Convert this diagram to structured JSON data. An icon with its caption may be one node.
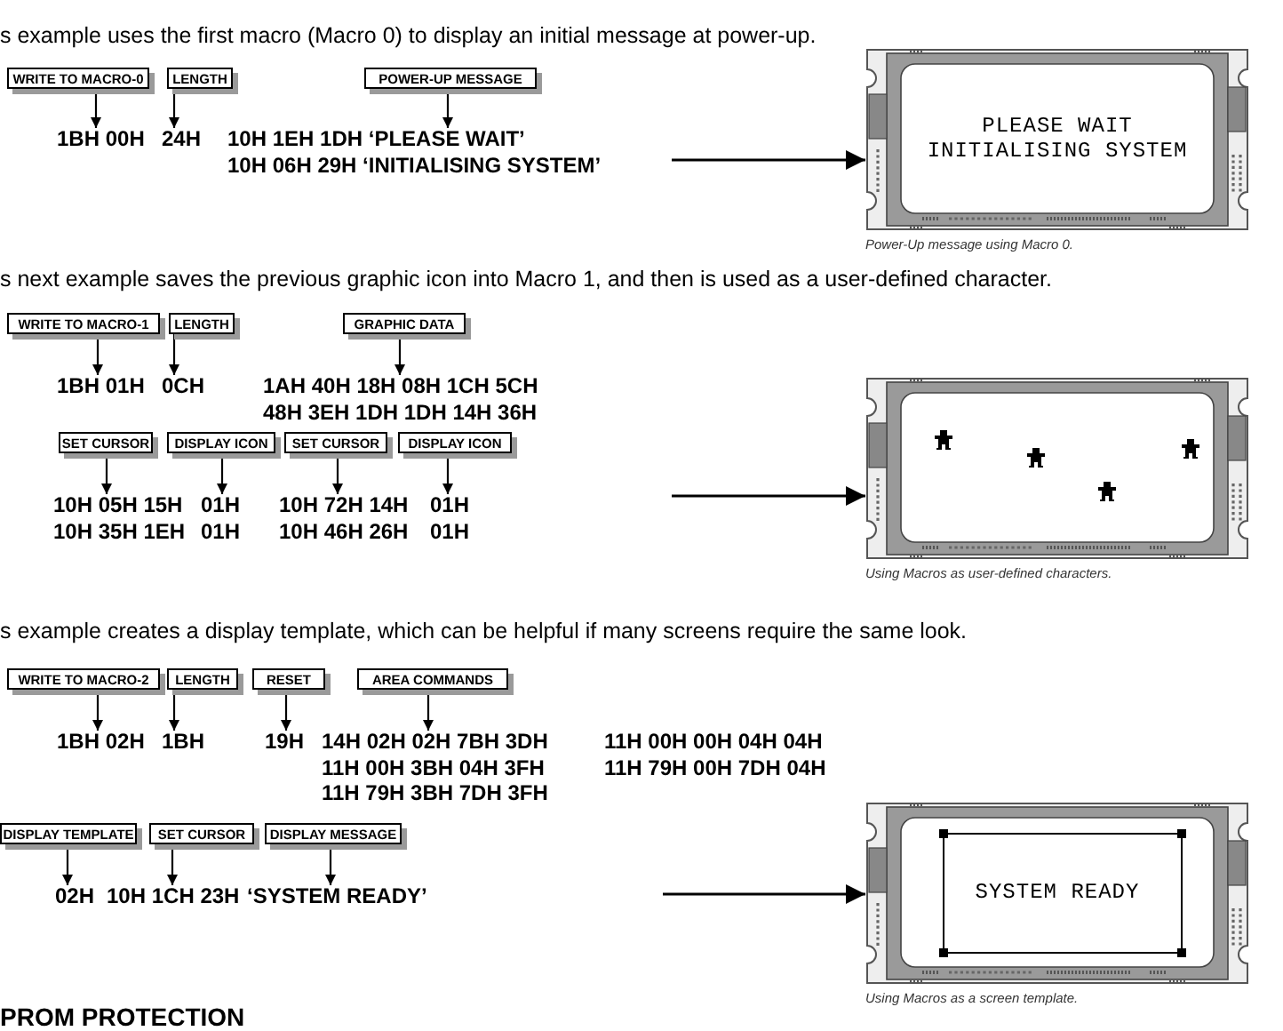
{
  "diagram": {
    "nodes": [
      {
        "text": [
          "WRITE TO MACRO-0"
        ]
      },
      {
        "text": [
          "LENGTH"
        ]
      },
      {
        "text": [
          "POWER-UP MESSAGE"
        ]
      },
      {
        "text": [
          "1BH 00H"
        ]
      },
      {
        "text": [
          "24H"
        ]
      },
      {
        "text": [
          "10H 1EH 1DH ‘PLEASE WAIT’",
          "10H 06H 29H ‘INITIALISING SYSTEM’"
        ]
      },
      {
        "text": [
          "PLEASE WAIT",
          "INITIALISING SYSTEM"
        ],
        "beside": [
          "Power-Up message using Macro 0."
        ]
      },
      {
        "text": [
          "WRITE TO MACRO-1"
        ]
      },
      {
        "text": [
          "LENGTH"
        ]
      },
      {
        "text": [
          "GRAPHIC DATA"
        ]
      },
      {
        "text": [
          "1BH 01H"
        ]
      },
      {
        "text": [
          "0CH"
        ]
      },
      {
        "text": [
          "1AH 40H 18H 08H 1CH 5CH",
          "48H 3EH 1DH 1DH 14H 36H"
        ]
      },
      {
        "text": [
          "SET CURSOR"
        ]
      },
      {
        "text": [
          "DISPLAY ICON"
        ]
      },
      {
        "text": [
          "SET CURSOR"
        ]
      },
      {
        "text": [
          "DISPLAY ICON"
        ]
      },
      {
        "text": [
          "10H 05H 15H",
          "10H 35H 1EH"
        ]
      },
      {
        "text": [
          "01H",
          "01H"
        ]
      },
      {
        "text": [
          "10H 72H 14H",
          "10H 46H 26H"
        ]
      },
      {
        "text": [
          "01H",
          "01H"
        ]
      },
      {
        "text": [],
        "shape": "picture",
        "beside": [
          "Using Macros as user-defined characters."
        ]
      },
      {
        "text": [
          "WRITE TO MACRO-2"
        ]
      },
      {
        "text": [
          "LENGTH"
        ]
      },
      {
        "text": [
          "RESET"
        ]
      },
      {
        "text": [
          "AREA COMMANDS"
        ]
      },
      {
        "text": [
          "1BH 02H"
        ]
      },
      {
        "text": [
          "1BH"
        ]
      },
      {
        "text": [
          "19H"
        ]
      },
      {
        "text": [
          "14H 02H 02H 7BH 3DH",
          "11H 00H 3BH 04H 3FH",
          "11H 79H 3BH 7DH 3FH"
        ]
      },
      {
        "text": [
          "DISPLAY TEMPLATE"
        ]
      },
      {
        "text": [
          "SET CURSOR"
        ]
      },
      {
        "text": [
          "DISPLAY MESSAGE"
        ]
      },
      {
        "text": [
          "02H"
        ]
      },
      {
        "text": [
          "10H 1CH 23H"
        ]
      },
      {
        "text": [
          "‘SYSTEM READY’"
        ]
      },
      {
        "text": [
          "SYSTEM READY"
        ],
        "beside": [
          "Using Macros as a screen template."
        ]
      }
    ],
    "edges": [
      {
        "from": 0,
        "to": 3,
        "arrow": "to"
      },
      {
        "from": 1,
        "to": 4,
        "arrow": "to"
      },
      {
        "from": 2,
        "to": 5,
        "arrow": "to"
      },
      {
        "from": null,
        "to": 6,
        "arrow": "to"
      },
      {
        "from": 7,
        "to": 10,
        "arrow": "to"
      },
      {
        "from": 8,
        "to": 11,
        "arrow": "to"
      },
      {
        "from": 9,
        "to": 12,
        "arrow": "to"
      },
      {
        "from": 13,
        "to": 17,
        "arrow": "to"
      },
      {
        "from": 14,
        "to": 18,
        "arrow": "to"
      },
      {
        "from": 15,
        "to": 19,
        "arrow": "to"
      },
      {
        "from": 16,
        "to": 20,
        "arrow": "to"
      },
      {
        "from": null,
        "to": 21,
        "arrow": "to"
      },
      {
        "from": 22,
        "to": 26,
        "arrow": "to"
      },
      {
        "from": 23,
        "to": 27,
        "arrow": "to"
      },
      {
        "from": 24,
        "to": 28,
        "arrow": "to"
      },
      {
        "from": 25,
        "to": 29,
        "arrow": "to"
      },
      {
        "from": 30,
        "to": 33,
        "arrow": "to"
      },
      {
        "from": 31,
        "to": 34,
        "arrow": "to"
      },
      {
        "from": 32,
        "to": 35,
        "arrow": "to"
      },
      {
        "from": null,
        "to": 36,
        "arrow": "to"
      }
    ],
    "labels": [
      "s example uses the first macro (Macro 0) to display an initial message at power-up.",
      "s next example saves the previous graphic icon into Macro 1, and then is used as a user-defined character.",
      "s example creates a display template, which can be helpful if many screens require the same look.",
      "11H 00H 00H 04H 04H",
      "11H 79H 00H 7DH 04H",
      "PROM PROTECTION"
    ]
  }
}
